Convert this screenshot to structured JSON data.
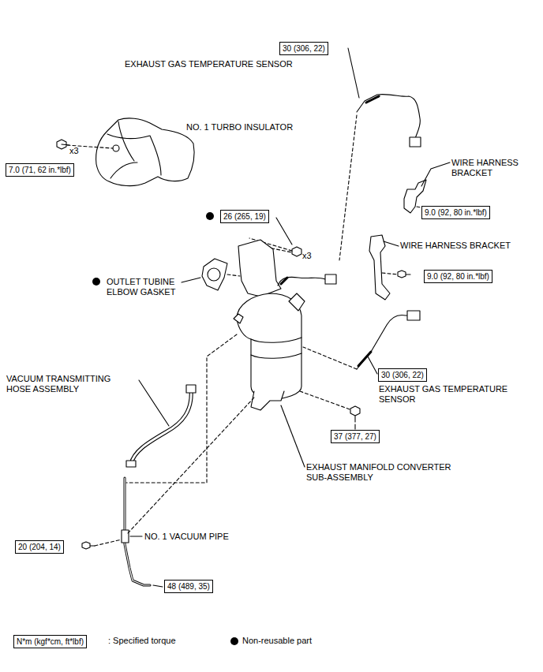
{
  "diagram": {
    "nodes": [
      {
        "text": [
          "30 (306, 22)"
        ]
      },
      {
        "text": [
          "7.0 (71, 62 in.*lbf)"
        ]
      },
      {
        "text": [
          "9.0 (92, 80 in.*lbf)"
        ]
      },
      {
        "text": [
          "26 (265, 19)"
        ]
      },
      {
        "text": [
          "9.0 (92, 80 in.*lbf)"
        ]
      },
      {
        "text": [
          "30 (306, 22)"
        ]
      },
      {
        "text": [
          "37 (377, 27)"
        ]
      },
      {
        "text": [
          "20 (204, 14)"
        ]
      },
      {
        "text": [
          "48 (489, 35)"
        ]
      },
      {
        "text": [
          "N*m (kgf*cm, ft*lbf)"
        ]
      }
    ],
    "labels": [
      "EXHAUST GAS TEMPERATURE SENSOR",
      "NO. 1 TURBO INSULATOR",
      "x3",
      "WIRE HARNESS BRACKET",
      "x3",
      "WIRE HARNESS BRACKET",
      "OUTLET TUBINE ELBOW GASKET",
      "VACUUM TRANSMITTING HOSE ASSEMBLY",
      "EXHAUST GAS TEMPERATURE SENSOR",
      "EXHAUST MANIFOLD CONVERTER SUB-ASSEMBLY",
      "NO. 1 VACUUM PIPE"
    ],
    "legend": [
      {
        "text": ": Specified torque"
      },
      {
        "text": "Non-reusable part"
      }
    ]
  }
}
